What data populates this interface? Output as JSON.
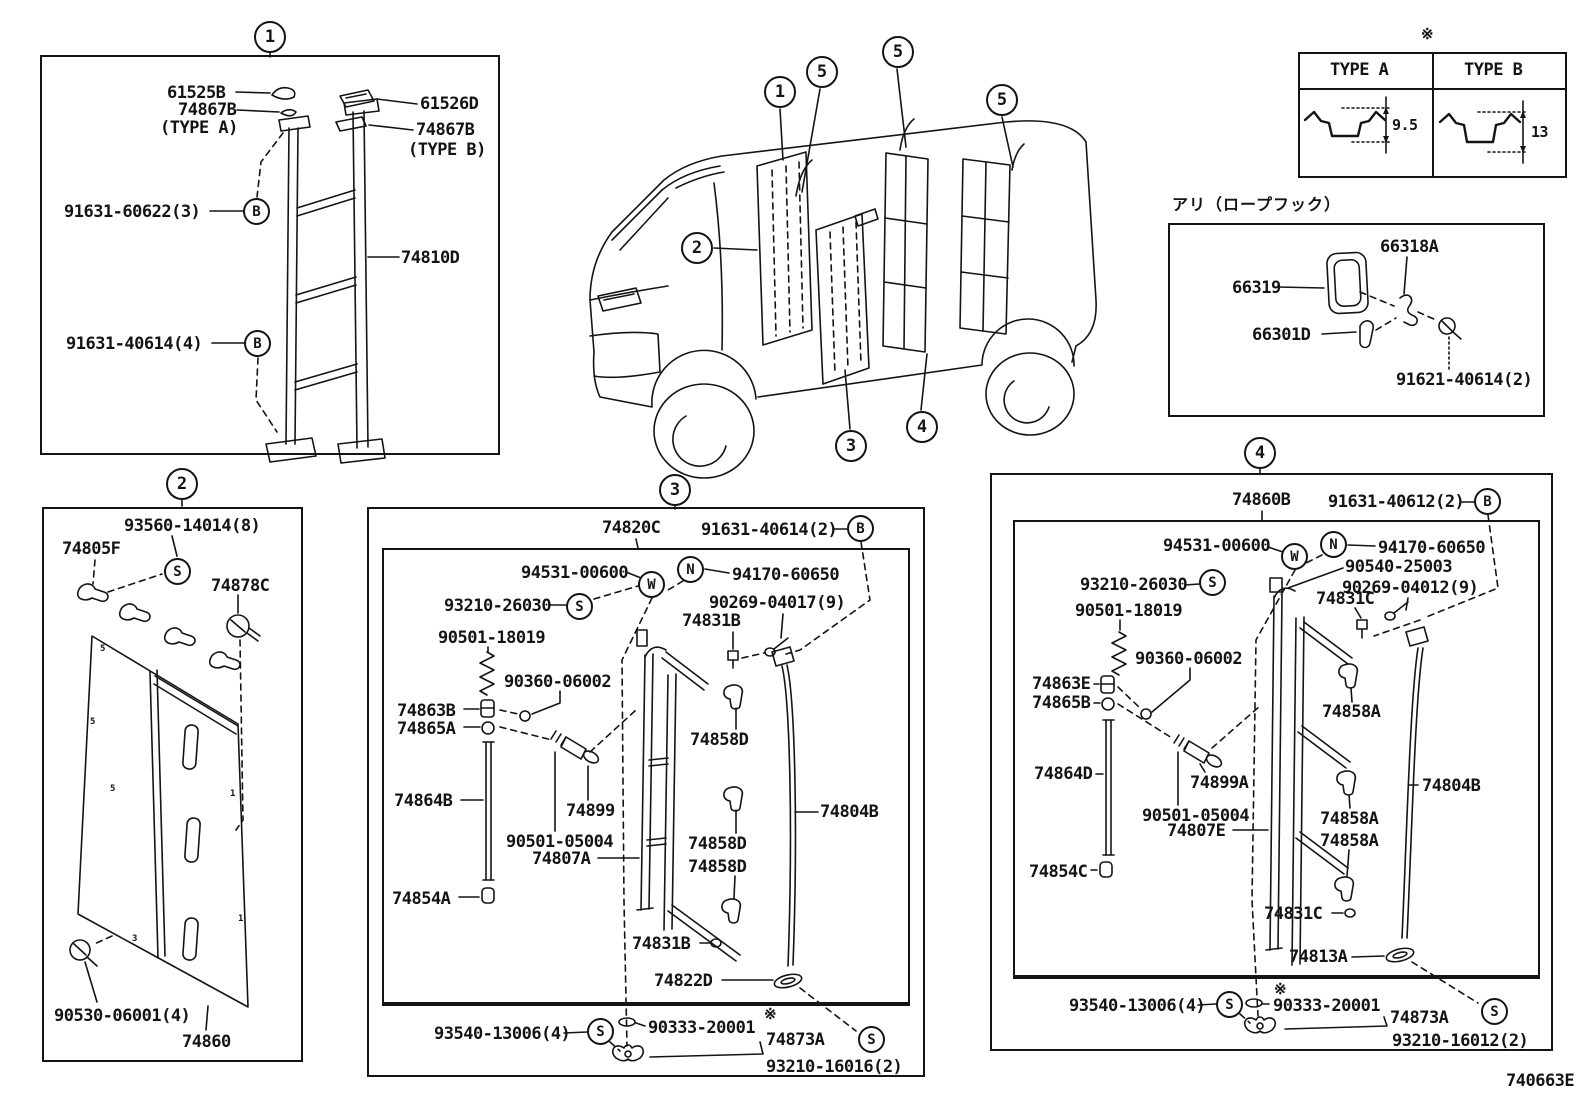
{
  "doc": {
    "drawing_code": "740663E",
    "ref_mark": "※"
  },
  "glyphs": {
    "b": "B",
    "s": "S",
    "w": "W",
    "n": "N"
  },
  "callouts": {
    "n1": "1",
    "n2": "2",
    "n3": "3",
    "n4": "4",
    "n5": "5"
  },
  "type_table": {
    "header_a": "TYPE A",
    "header_b": "TYPE B",
    "dim_a": "9.5",
    "dim_b": "13"
  },
  "rope_hook": {
    "title": "アリ（ロープフック）",
    "p_66318a": "66318A",
    "p_66319": "66319",
    "p_66301d": "66301D",
    "p_91621_40614": "91621-40614(2)"
  },
  "box1": {
    "p_61525b": "61525B",
    "p_74867b_a": "74867B",
    "type_a": "(TYPE A)",
    "p_61526d": "61526D",
    "p_74867b_b": "74867B",
    "type_b": "(TYPE B)",
    "p_91631_60622": "91631-60622(3)",
    "p_74810d": "74810D",
    "p_91631_40614": "91631-40614(4)"
  },
  "box2": {
    "p_93560_14014": "93560-14014(8)",
    "p_74805f": "74805F",
    "p_74878c": "74878C",
    "p_90530_06001": "90530-06001(4)",
    "p_74860": "74860",
    "markers": [
      "5",
      "5",
      "5",
      "1",
      "3",
      "1"
    ]
  },
  "box3": {
    "p_74820c": "74820C",
    "p_91631_40614": "91631-40614(2)",
    "p_94531_00600": "94531-00600",
    "p_94170_60650": "94170-60650",
    "p_93210_26030": "93210-26030",
    "p_90269_04017": "90269-04017(9)",
    "p_74831b_top": "74831B",
    "p_90501_18019": "90501-18019",
    "p_90360_06002": "90360-06002",
    "p_74863b": "74863B",
    "p_74865a": "74865A",
    "p_74864b": "74864B",
    "p_74899": "74899",
    "p_90501_05004": "90501-05004",
    "p_74807a": "74807A",
    "p_74858d_1": "74858D",
    "p_74858d_2": "74858D",
    "p_74858d_3": "74858D",
    "p_74804b": "74804B",
    "p_74854a": "74854A",
    "p_74831b_bottom": "74831B",
    "p_74822d": "74822D",
    "p_93540_13006": "93540-13006(4)",
    "p_90333_20001": "90333-20001",
    "p_74873a": "74873A",
    "p_93210_16016": "93210-16016(2)"
  },
  "box4": {
    "p_74860b": "74860B",
    "p_91631_40612": "91631-40612(2)",
    "p_94531_00600": "94531-00600",
    "p_94170_60650": "94170-60650",
    "p_93210_26030": "93210-26030",
    "p_90540_25003": "90540-25003",
    "p_90269_04012": "90269-04012(9)",
    "p_74831c_top": "74831C",
    "p_90501_18019": "90501-18019",
    "p_90360_06002": "90360-06002",
    "p_74863e": "74863E",
    "p_74865b": "74865B",
    "p_74864d": "74864D",
    "p_74899a": "74899A",
    "p_90501_05004": "90501-05004",
    "p_74807e": "74807E",
    "p_74858a_1": "74858A",
    "p_74858a_2": "74858A",
    "p_74858a_3": "74858A",
    "p_74804b": "74804B",
    "p_74854c": "74854C",
    "p_74831c_bottom": "74831C",
    "p_74813a": "74813A",
    "p_93540_13006": "93540-13006(4)",
    "p_90333_20001": "90333-20001",
    "p_74873a": "74873A",
    "p_93210_16012": "93210-16012(2)"
  },
  "colors": {
    "ink": "#141414",
    "paper": "#ffffff"
  }
}
